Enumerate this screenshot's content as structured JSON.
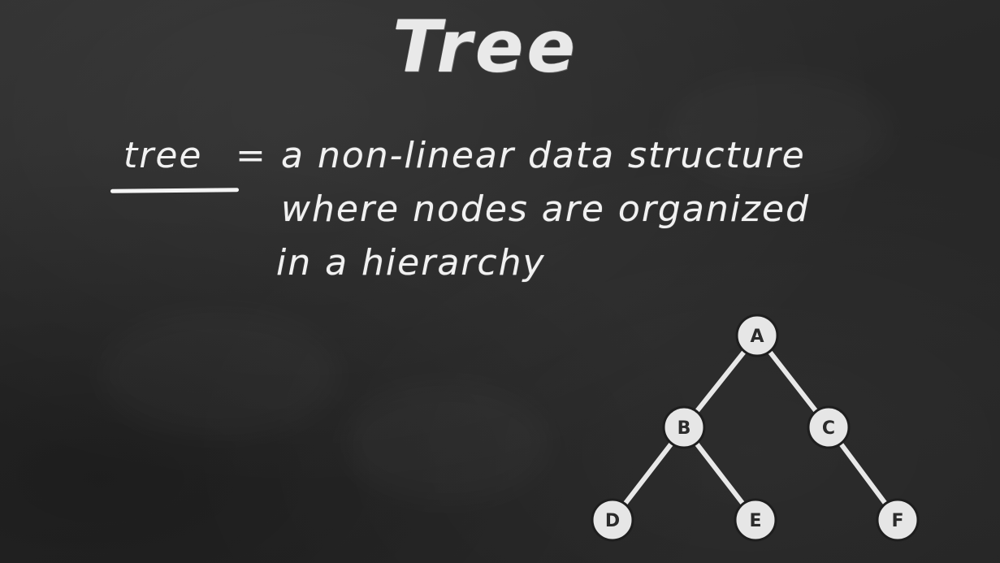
{
  "slide": {
    "title": "Tree",
    "term": "tree",
    "equals": "=",
    "definition_lines": [
      "a non-linear data structure",
      "where nodes are organized",
      "in a hierarchy"
    ]
  },
  "diagram": {
    "nodes": [
      {
        "id": "A",
        "label": "A"
      },
      {
        "id": "B",
        "label": "B"
      },
      {
        "id": "C",
        "label": "C"
      },
      {
        "id": "D",
        "label": "D"
      },
      {
        "id": "E",
        "label": "E"
      },
      {
        "id": "F",
        "label": "F"
      }
    ],
    "edges": [
      {
        "from": "A",
        "to": "B"
      },
      {
        "from": "A",
        "to": "C"
      },
      {
        "from": "B",
        "to": "D"
      },
      {
        "from": "B",
        "to": "E"
      },
      {
        "from": "C",
        "to": "F"
      }
    ],
    "colors": {
      "background": "#2a2a2a",
      "chalk": "#f1f1f1",
      "node_fill": "#e6e6e6",
      "node_stroke": "#1e1e1e",
      "edge": "#e8e8e8"
    }
  }
}
